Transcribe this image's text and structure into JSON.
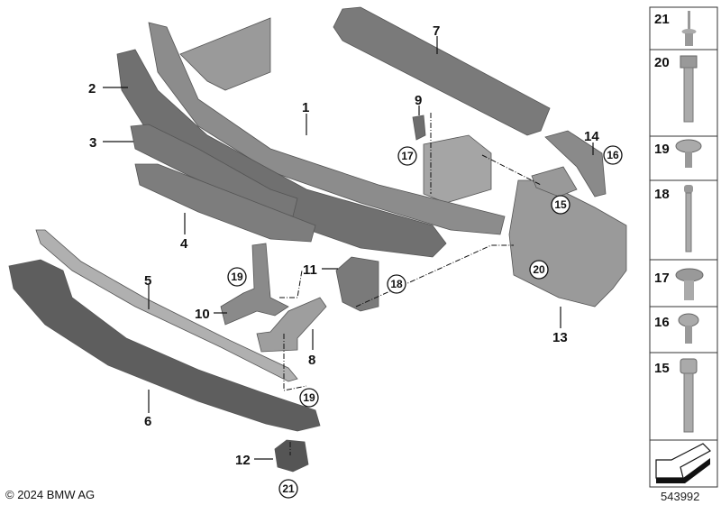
{
  "callouts": [
    "1",
    "2",
    "3",
    "4",
    "5",
    "6",
    "7",
    "8",
    "9",
    "10",
    "11",
    "12",
    "13",
    "14"
  ],
  "circled": {
    "c15": "15",
    "c16": "16",
    "c17": "17",
    "c18": "18",
    "c19a": "19",
    "c19b": "19",
    "c20": "20",
    "c21": "21"
  },
  "fasteners": [
    "21",
    "20",
    "19",
    "18",
    "17",
    "16",
    "15"
  ],
  "copyright": "© 2024 BMW AG",
  "image_number": "543992",
  "colors": {
    "part": "#8a8a8a",
    "part_dark": "#5a5a5a",
    "frame": "#333333"
  }
}
